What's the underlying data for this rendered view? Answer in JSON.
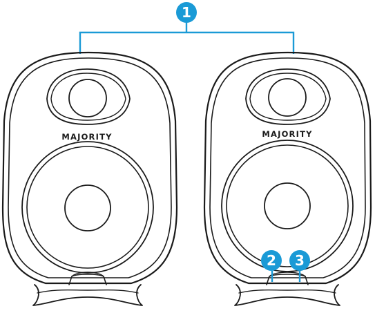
{
  "diagram": {
    "callouts": [
      {
        "label": "1"
      },
      {
        "label": "2"
      },
      {
        "label": "3"
      }
    ],
    "speakers": [
      {
        "brand": "MAJORITY"
      },
      {
        "brand": "MAJORITY"
      }
    ],
    "colors": {
      "callout": "#1a9ad6",
      "outline": "#1a1a1a",
      "background": "#ffffff"
    }
  }
}
